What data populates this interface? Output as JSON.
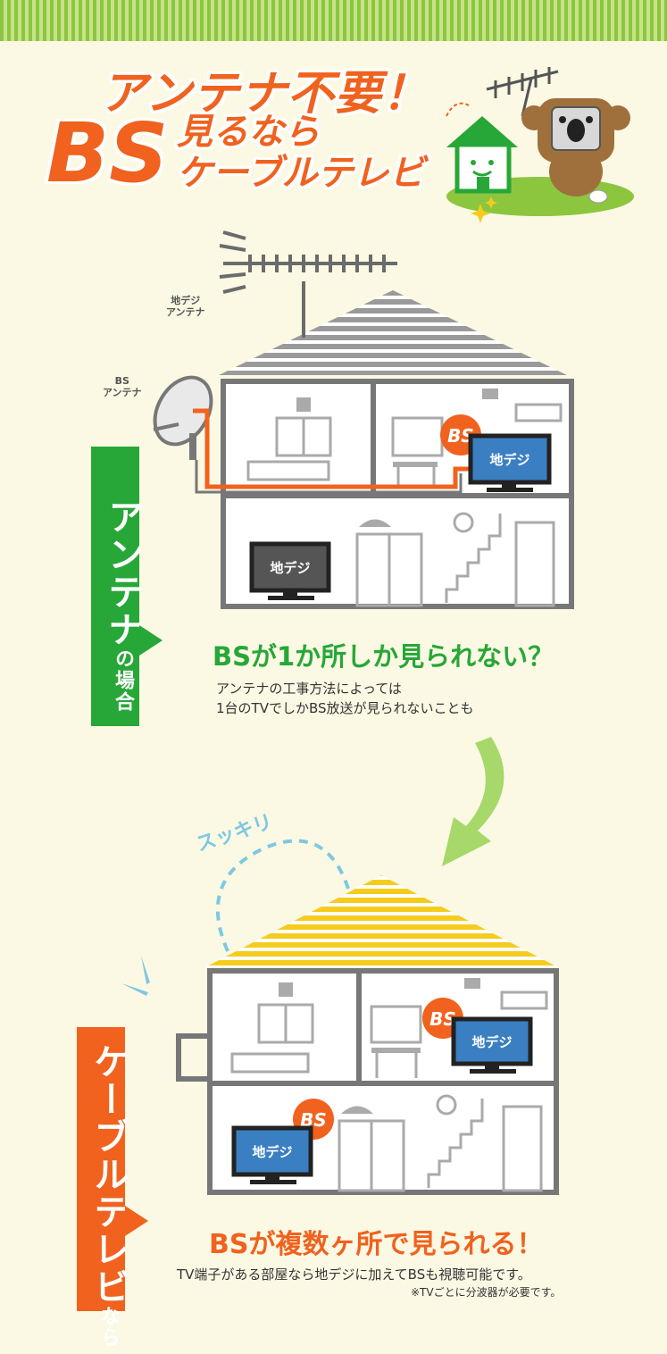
{
  "hero": {
    "line1": "アンテナ不要！",
    "bs": "BS",
    "line2": "見るなら",
    "line3": "ケーブルテレビ"
  },
  "house1": {
    "digital_antenna_label_1": "地デジ",
    "digital_antenna_label_2": "アンテナ",
    "bs_antenna_label_1": "BS",
    "bs_antenna_label_2": "アンテナ",
    "bs_badge": "BS",
    "tv_upper": "地デジ",
    "tv_lower": "地デジ"
  },
  "antenna_case": {
    "band_main": "アンテナ",
    "band_suffix": "の場合",
    "headline": "BSが1か所しか見られない？",
    "body_line1": "アンテナの工事方法によっては",
    "body_line2": "1台のTVでしかBS放送が見られないことも"
  },
  "house2": {
    "sukkiri": "スッキリ",
    "bs_badge_upper": "BS",
    "bs_badge_lower": "BS",
    "tv_upper": "地デジ",
    "tv_lower": "地デジ"
  },
  "cable_case": {
    "band_main": "ケーブルテレビ",
    "band_suffix": "なら",
    "headline": "BSが複数ヶ所で見られる！",
    "body": "TV端子がある部屋なら地デジに加えてBSも視聴可能です。",
    "note": "※TVごとに分波器が必要です。"
  },
  "colors": {
    "accent_orange": "#f0621e",
    "accent_green": "#27a737",
    "roof_yellow": "#f5cc1e",
    "tv_blue": "#3a7fc1",
    "background": "#fbf9e4"
  }
}
